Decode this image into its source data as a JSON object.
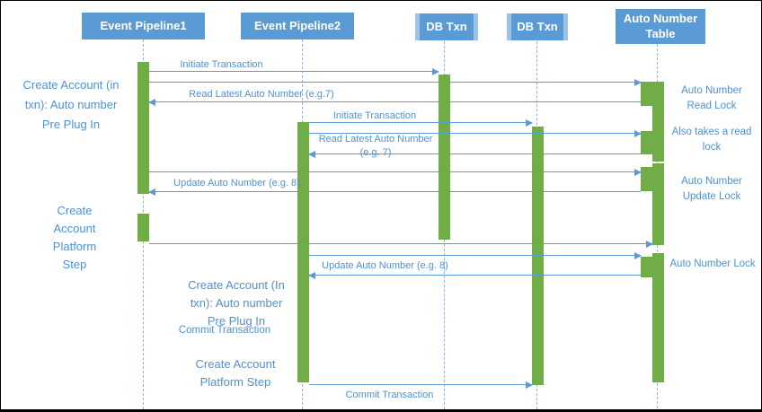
{
  "colors": {
    "actor-fill": "#5b9bd5",
    "actor-band": "#9dc3e6",
    "actor-text": "#ffffff",
    "activation-fill": "#70ad47",
    "message-line": "#5b9bd5",
    "label-text": "#4e91d5",
    "lifeline": "#8db3e2",
    "border": "#000000"
  },
  "actors": [
    {
      "label": "Event Pipeline1"
    },
    {
      "label": "Event Pipeline2"
    },
    {
      "label": "DB Txn"
    },
    {
      "label": "DB Txn"
    },
    {
      "label": "Auto Number Table"
    }
  ],
  "messages": [
    {
      "label": "Initiate Transaction"
    },
    {
      "label": "Read Latest Auto Number (e.g.7)"
    },
    {
      "label": "Initiate Transaction"
    },
    {
      "label": "Read Latest Auto Number\n(e.g. 7)"
    },
    {
      "label": "Update Auto Number (e.g. 8)"
    },
    {
      "label": "Update Auto Number (e.g. 8)"
    },
    {
      "label": "Commit Transaction"
    }
  ],
  "notes": {
    "left_plugin": "Create Account (in\ntxn): Auto number\nPre Plug In",
    "left_platform": "Create\nAccount\nPlatform\nStep",
    "mid_plugin": "Create Account (In\ntxn): Auto number\nPre Plug In",
    "mid_commit": "Commit Transaction",
    "mid_platform": "Create Account\nPlatform Step",
    "lock_read": "Auto Number\nRead Lock",
    "lock_also": "Also takes a read\nlock",
    "lock_update": "Auto Number\nUpdate Lock",
    "lock_auto": "Auto Number Lock"
  }
}
